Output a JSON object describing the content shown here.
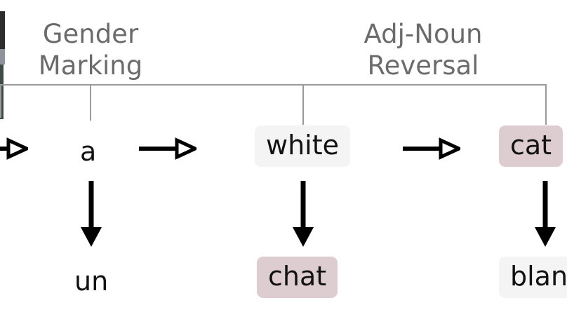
{
  "diagram": {
    "type": "translation-annotation-diagram",
    "background_color": "#ffffff",
    "annotations": [
      {
        "id": "gender-marking",
        "text": "Gender\nMarking",
        "color": "#6b6b6b",
        "attaches_to": "a"
      },
      {
        "id": "adj-noun-reversal",
        "text": "Adj-Noun\nReversal",
        "color": "#6b6b6b",
        "attaches_to": [
          "white",
          "cat"
        ]
      }
    ],
    "bracket_color": "#9a9a9a",
    "source_row": [
      {
        "id": "token-a",
        "label": "a",
        "boxed": false,
        "bg": "transparent",
        "text_color": "#121212"
      },
      {
        "id": "token-white",
        "label": "white",
        "boxed": true,
        "bg": "#f4f4f4",
        "text_color": "#121212"
      },
      {
        "id": "token-cat",
        "label": "cat",
        "boxed": true,
        "bg": "#decdd0",
        "text_color": "#121212"
      }
    ],
    "target_row": [
      {
        "id": "token-un",
        "label": "un",
        "boxed": false,
        "bg": "transparent",
        "text_color": "#121212"
      },
      {
        "id": "token-chat",
        "label": "chat",
        "boxed": true,
        "bg": "#decdd0",
        "text_color": "#121212"
      },
      {
        "id": "token-blanc",
        "label": "blanc",
        "boxed": true,
        "bg": "#f4f4f4",
        "text_color": "#121212"
      }
    ],
    "right_arrows": {
      "count": 3,
      "glyph": "arrow-right-hollow-head",
      "color": "#000000"
    },
    "down_arrows": {
      "count": 3,
      "glyph": "arrow-down-solid-head",
      "color": "#000000"
    }
  }
}
